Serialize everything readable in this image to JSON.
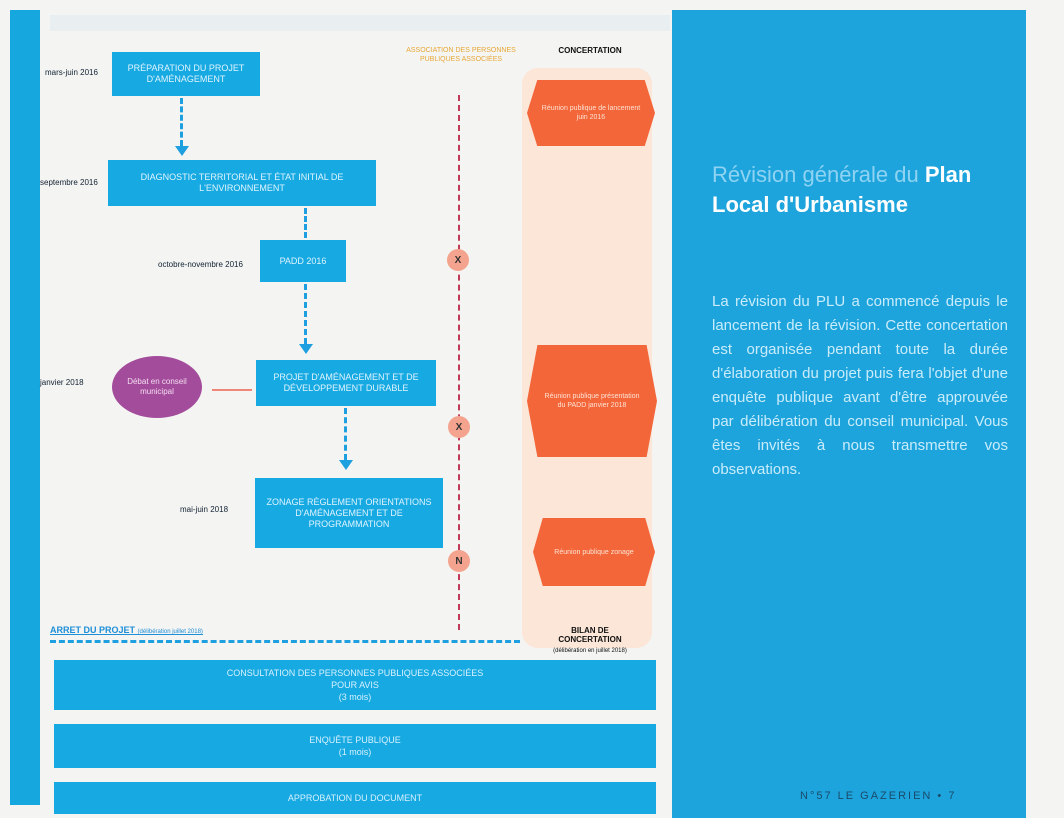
{
  "flow": {
    "steps": [
      {
        "date": "mars-juin 2016",
        "label": "PRÉPARATION DU PROJET D'AMÉNAGEMENT"
      },
      {
        "date": "septembre 2016",
        "label": "DIAGNOSTIC TERRITORIAL ET ÉTAT INITIAL DE L'ENVIRONNEMENT"
      },
      {
        "date": "octobre-novembre 2016",
        "label": "PADD 2016"
      },
      {
        "date": "janvier 2018",
        "label": "PROJET D'AMÉNAGEMENT ET DE DÉVELOPPEMENT DURABLE"
      },
      {
        "date": "mai-juin 2018",
        "label": "ZONAGE RÈGLEMENT ORIENTATIONS D'AMÉNAGEMENT ET DE PROGRAMMATION"
      }
    ],
    "oval_label": "Débat en conseil municipal",
    "markers": [
      "X",
      "X",
      "N"
    ],
    "column_left_header": "ASSOCIATION DES PERSONNES PUBLIQUES ASSOCIÉES",
    "column_right_header": "CONCERTATION",
    "concertation_items": [
      "Réunion publique de lancement juin 2016",
      "Réunion publique présentation du PADD janvier 2018",
      "Réunion publique zonage"
    ],
    "bilan_label": "BILAN DE CONCERTATION",
    "bilan_sub": "(délibération en juillet 2018)",
    "arret_label": "ARRET DU PROJET",
    "arret_sub": "(délibération juillet 2018)",
    "bottom_boxes": [
      {
        "line1": "CONSULTATION DES PERSONNES PUBLIQUES ASSOCIÉES",
        "line2": "POUR AVIS",
        "line3": "(3 mois)"
      },
      {
        "line1": "ENQUÊTE PUBLIQUE",
        "line2": "(1 mois)",
        "line3": ""
      },
      {
        "line1": "APPROBATION DU DOCUMENT",
        "line2": "",
        "line3": ""
      }
    ]
  },
  "panel": {
    "title_light": "Révision générale du",
    "title_bold": "Plan Local d'Urbanisme",
    "body": "La révision du PLU a commencé depuis le lancement de la révision. Cette concertation est organisée pendant toute la durée d'élaboration du projet puis fera l'objet d'une enquête publique avant d'être approuvée par délibération du conseil municipal. Vous êtes invités à nous transmettre vos observations.",
    "footer": "N°57 LE GAZERIEN • 7"
  },
  "colors": {
    "blue": "#17a9e1",
    "orange": "#f3663a",
    "purple": "#a44c9c",
    "panel": "#1ea4dc"
  }
}
